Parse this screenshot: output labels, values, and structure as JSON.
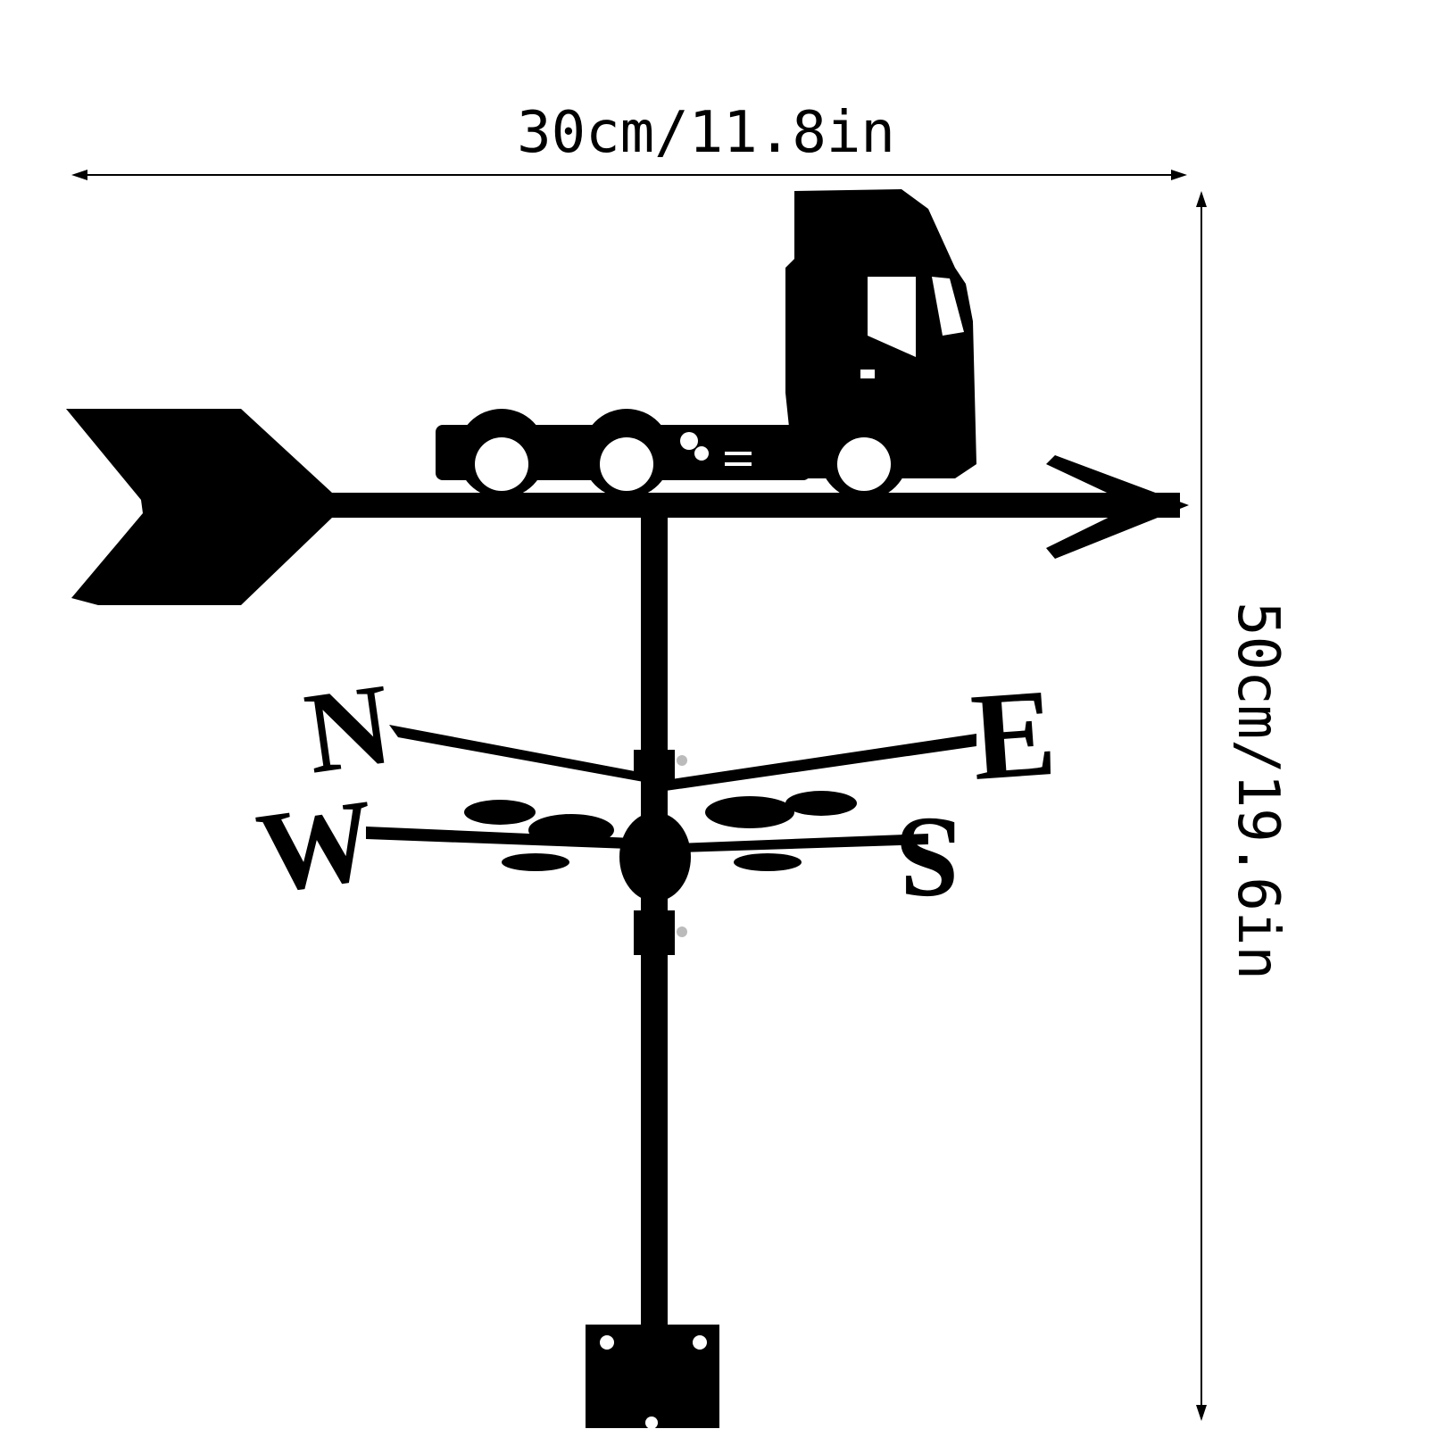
{
  "dimensions": {
    "width_label": "30cm/11.8in",
    "height_label": "50cm/19.6in"
  },
  "compass": {
    "north": "N",
    "west": "W",
    "east": "E",
    "south": "S"
  },
  "colors": {
    "silhouette": "#000000",
    "background": "#ffffff"
  }
}
